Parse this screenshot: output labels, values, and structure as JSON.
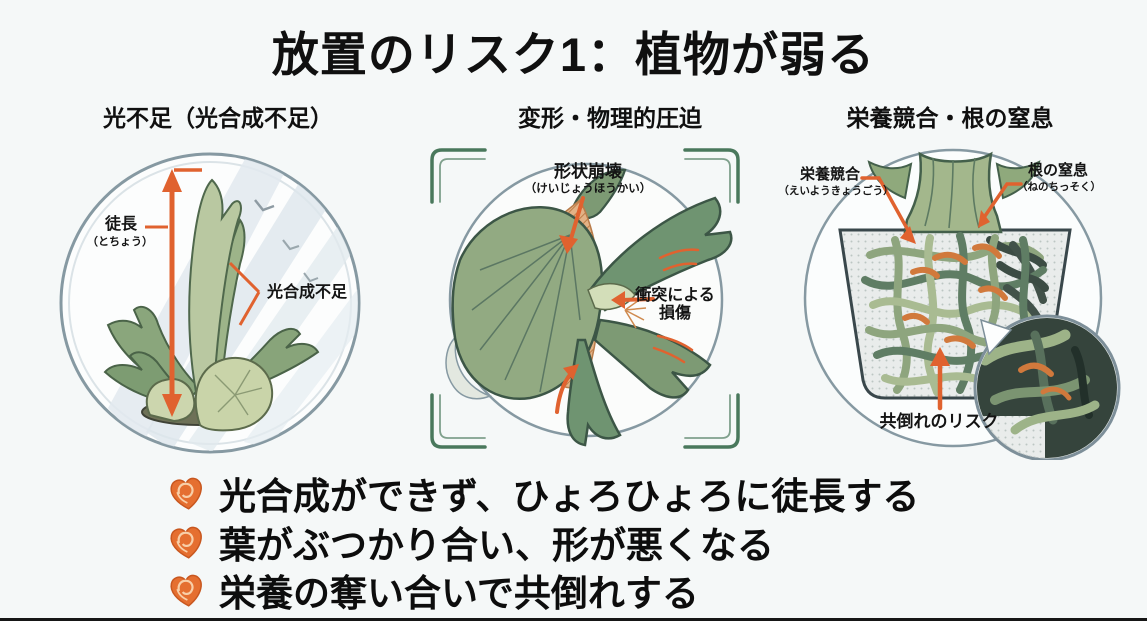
{
  "title": "放置のリスク1：植物が弱る",
  "panels": [
    {
      "id": "light-shortage",
      "header": "光不足（光合成不足）",
      "labels": {
        "elongation": "徒長",
        "elongation_reading": "（とちょう）",
        "photosynthesis_shortage": "光合成不足"
      }
    },
    {
      "id": "deformation-pressure",
      "header": "変形・物理的圧迫",
      "labels": {
        "shape_collapse": "形状崩壊",
        "shape_collapse_reading": "（けいじょうほうかい）",
        "collision_damage_line1": "衝突による",
        "collision_damage_line2": "損傷"
      }
    },
    {
      "id": "nutrient-root",
      "header": "栄養競合・根の窒息",
      "labels": {
        "nutrient_competition": "栄養競合",
        "nutrient_competition_reading": "（えいようきょうごう）",
        "root_suffocation": "根の窒息",
        "root_suffocation_reading": "（ねのちっそく）",
        "mutual_collapse_risk": "共倒れのリスク"
      }
    }
  ],
  "bullets": [
    {
      "icon": "heart-shell-icon",
      "text": "光合成ができず、ひょろひょろに徒長する"
    },
    {
      "icon": "heart-shell-icon",
      "text": "葉がぶつかり合い、形が悪くなる"
    },
    {
      "icon": "heart-shell-icon",
      "text": "栄養の奪い合いで共倒れする"
    }
  ],
  "colors": {
    "background": "#f5f8f8",
    "text": "#101010",
    "accent_orange": "#e0622f",
    "bullet_icon_orange": "#e56f30",
    "leaf_green": "#8fab80",
    "leaf_green_dark": "#6f9471",
    "leaf_green_pale": "#c9d4a9",
    "bracket_green": "#49785c",
    "circle_outline": "#8699a2",
    "root_dark": "#3c4c44"
  }
}
